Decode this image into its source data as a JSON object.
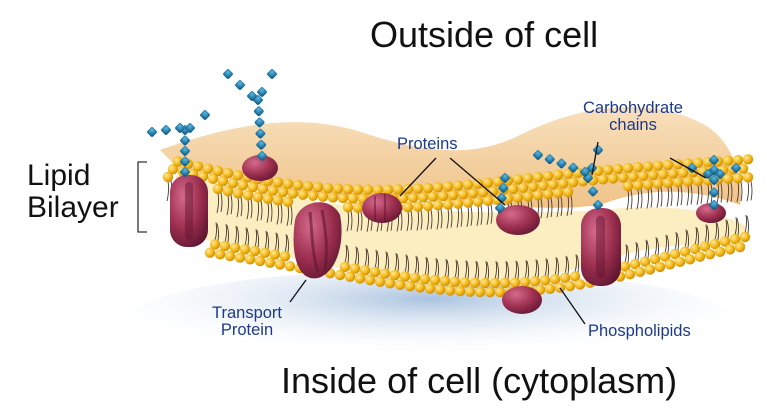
{
  "labels": {
    "outside": "Outside of cell",
    "inside": "Inside of cell (cytoplasm)",
    "lipid_bilayer": [
      "Lipid",
      "Bilayer"
    ],
    "proteins": "Proteins",
    "carbohydrate_chains": [
      "Carbohydrate",
      "chains"
    ],
    "transport_protein": [
      "Transport",
      "Protein"
    ],
    "phospholipids": "Phospholipids"
  },
  "colors": {
    "phospholipid_head": "#f2b614",
    "phospholipid_head_light": "#ffe89a",
    "membrane_core": "#fbeec1",
    "outer_surface": "#f3cf9e",
    "cytoplasm_shadow": "#b7cde4",
    "protein": "#9e3050",
    "protein_dark": "#5f1530",
    "carbohydrate": "#1677a6",
    "label_blue": "#1d3a8a",
    "tail": "#4a3b30"
  },
  "icons": [
    "phospholipid",
    "transport-protein",
    "peripheral-protein",
    "carbohydrate-chain"
  ]
}
